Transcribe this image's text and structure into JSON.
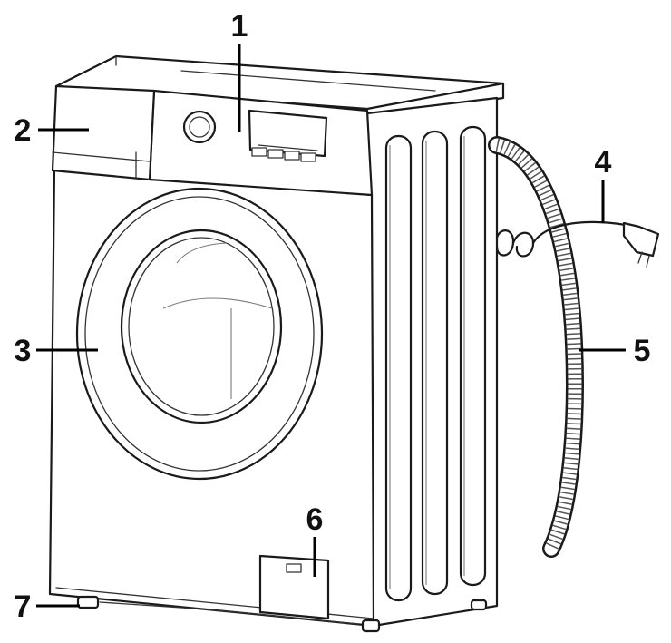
{
  "callouts": [
    {
      "number": "1",
      "part": "control-panel"
    },
    {
      "number": "2",
      "part": "detergent-drawer"
    },
    {
      "number": "3",
      "part": "door"
    },
    {
      "number": "4",
      "part": "power-cord"
    },
    {
      "number": "5",
      "part": "drain-hose"
    },
    {
      "number": "6",
      "part": "filter-cover"
    },
    {
      "number": "7",
      "part": "adjustable-foot"
    }
  ],
  "colors": {
    "line": "#1a1a1a",
    "background": "#ffffff",
    "label": "#111111"
  }
}
